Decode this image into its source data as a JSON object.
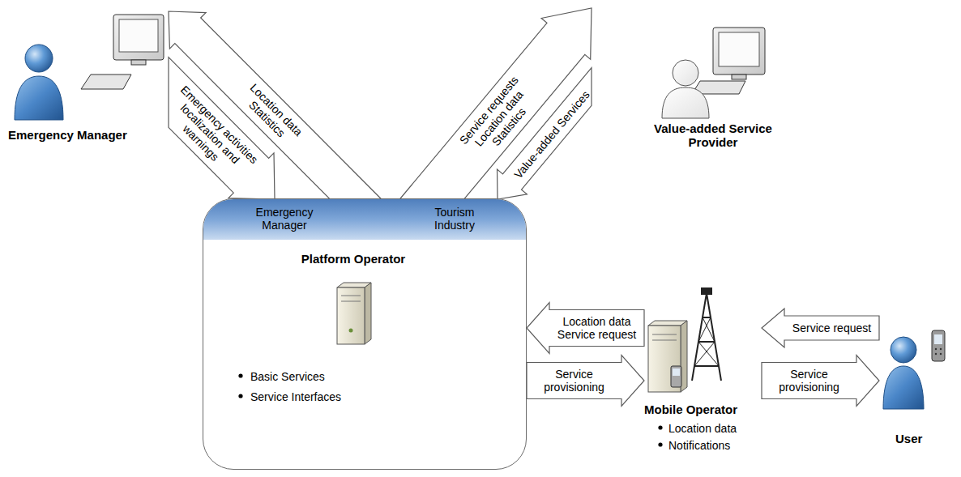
{
  "diagram": {
    "nodes": [
      {
        "text": [
          "Emergency Manager"
        ]
      },
      {
        "text": [
          "Value-added Service Provider"
        ]
      },
      {
        "text": [
          "Platform Operator",
          "Basic Services",
          "Service Interfaces"
        ]
      },
      {
        "text": [
          "Emergency Manager"
        ],
        "in": 2
      },
      {
        "text": [
          "Tourism Industry"
        ],
        "in": 2
      },
      {
        "text": [
          "Mobile Operator",
          "Location data",
          "Notifications"
        ]
      },
      {
        "text": [
          "User"
        ]
      }
    ],
    "edges": [
      {
        "from": 3,
        "to": 0,
        "arrow": "to",
        "label": "Location data Statistics"
      },
      {
        "from": 0,
        "to": 3,
        "arrow": "to",
        "label": "Emergency activities localization and warnings"
      },
      {
        "from": 4,
        "to": 1,
        "arrow": "to",
        "label": "Service requests Location data Statistics"
      },
      {
        "from": 1,
        "to": 4,
        "arrow": "to",
        "label": "Value-added Services"
      },
      {
        "from": 5,
        "to": 2,
        "arrow": "to",
        "label": "Location data Service request"
      },
      {
        "from": 2,
        "to": 5,
        "arrow": "to",
        "label": "Service provisioning"
      },
      {
        "from": 6,
        "to": 5,
        "arrow": "to",
        "label": "Service request"
      },
      {
        "from": 5,
        "to": 6,
        "arrow": "to",
        "label": "Service provisioning"
      }
    ]
  }
}
